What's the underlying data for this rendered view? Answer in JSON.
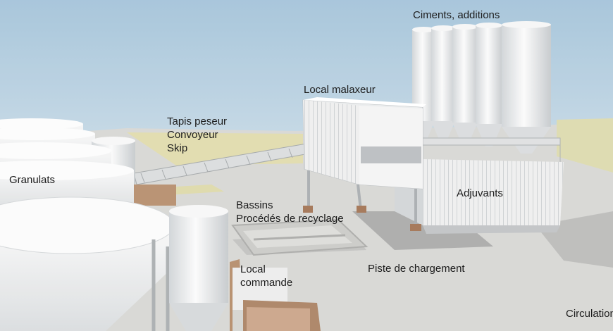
{
  "labels": {
    "ciments": "Ciments, additions",
    "local_malaxeur": "Local malaxeur",
    "tapis": [
      "Tapis peseur",
      "Convoyeur",
      "Skip"
    ],
    "granulats": "Granulats",
    "bassins": [
      "Bassins",
      "Procédés de recyclage"
    ],
    "adjuvants": "Adjuvants",
    "local_commande": [
      "Local",
      "commande"
    ],
    "piste": "Piste de chargement",
    "circulation": "Circulation"
  },
  "colors": {
    "sky_top": "#9fc0d8",
    "sky_bottom": "#e2ebef",
    "ground": "#d4d4d0",
    "grass": "#ddd8a6",
    "structure_white": "#f2f2f2",
    "shadow": "#8f8f8f"
  }
}
